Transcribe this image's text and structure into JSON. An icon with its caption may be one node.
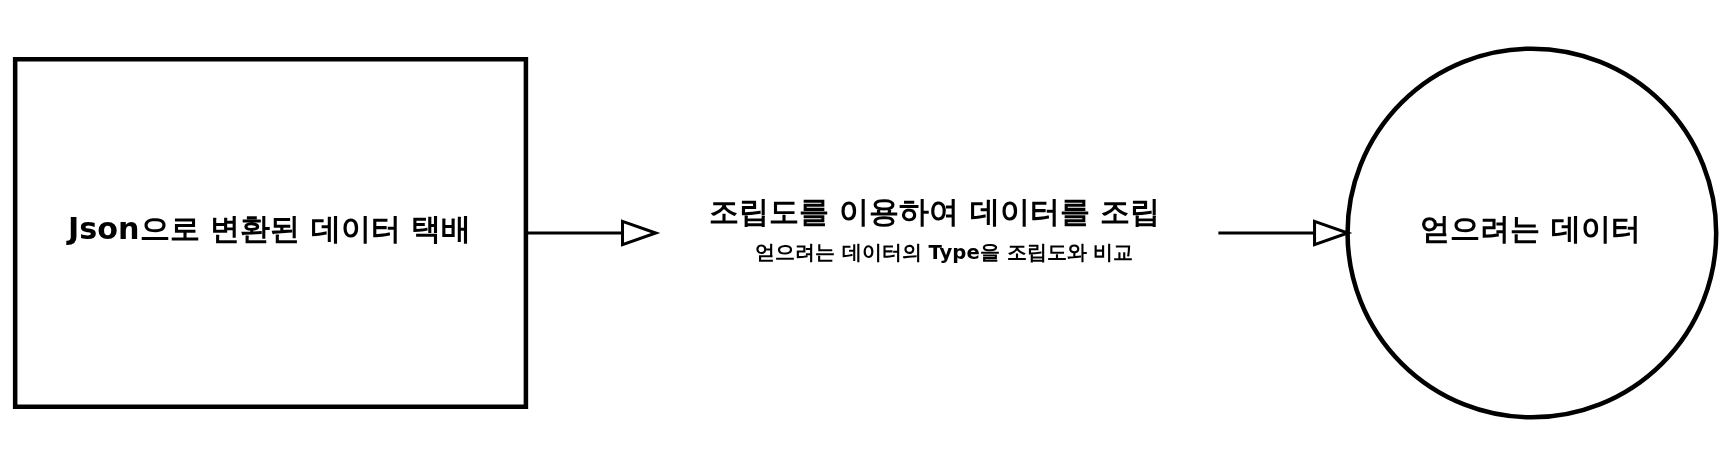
{
  "diagram": {
    "nodes": [
      {
        "text": [
          "Json으로 변환된 데이터 택배"
        ]
      },
      {
        "text": [
          "조립도를 이용하여 데이터를 조립",
          "얻으려는 데이터의 Type을 조립도와 비교"
        ]
      },
      {
        "text": [
          "얻으려는 데이터"
        ]
      }
    ],
    "edges": [
      {
        "from": 0,
        "to": 1,
        "arrow": "to"
      },
      {
        "from": 1,
        "to": 2,
        "arrow": "to"
      }
    ]
  }
}
